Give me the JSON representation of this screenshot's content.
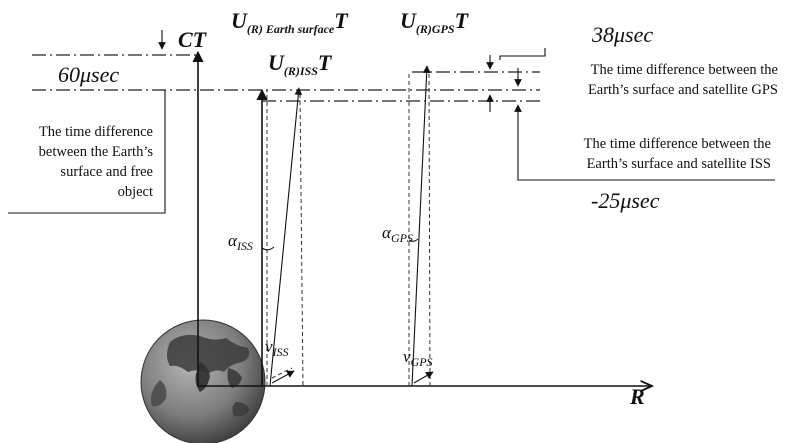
{
  "labels": {
    "ct": "CT",
    "u_earth_main": "U",
    "u_earth_sub": "(R) Earth surface",
    "u_earth_t": "T",
    "u_gps_main": "U",
    "u_gps_sub": "(R)GPS",
    "u_gps_t": "T",
    "u_iss_main": "U",
    "u_iss_sub": "(R)ISS",
    "u_iss_t": "T",
    "val_38": "38μsec",
    "val_60": "60μsec",
    "val_minus25": "-25μsec",
    "gps_note_line1": "The time difference between the",
    "gps_note_line2": "Earth’s surface and satellite GPS",
    "iss_note_line1": "The time difference between the",
    "iss_note_line2": "Earth’s surface and satellite ISS",
    "free_note_line1": "The time difference",
    "free_note_line2": "between the Earth’s",
    "free_note_line3": "surface and free",
    "free_note_line4": "object",
    "alpha_iss_main": "α",
    "alpha_iss_sub": "ISS",
    "alpha_gps_main": "α",
    "alpha_gps_sub": "GPS",
    "v_iss_main": "v",
    "v_iss_sub": "ISS",
    "v_gps_main": "v",
    "v_gps_sub": "GPS",
    "axis_r": "R"
  },
  "colors": {
    "ink": "#111111",
    "ocean": "#7d7d7d",
    "land": "#3b3b3b"
  },
  "icons": {
    "earth": "earth-globe-icon"
  }
}
